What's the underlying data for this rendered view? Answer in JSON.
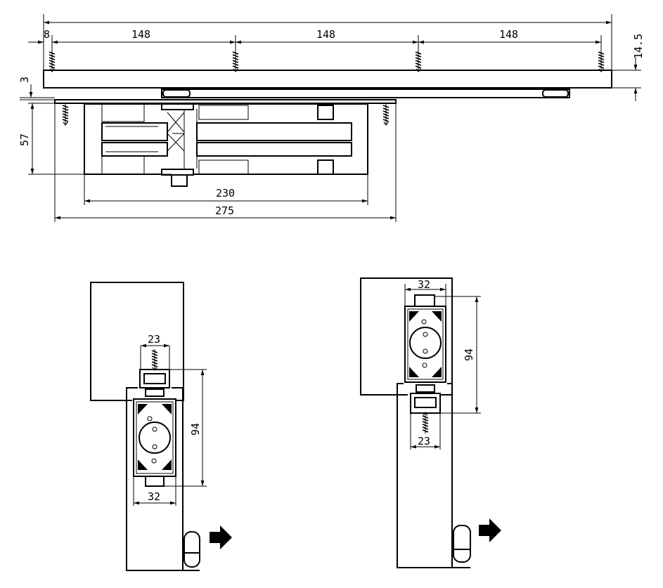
{
  "top_view": {
    "dims": {
      "edge_offset": "8",
      "spacing_1": "148",
      "spacing_2": "148",
      "spacing_3": "148",
      "right_height": "14.5",
      "gap": "3",
      "body_height": "57",
      "body_length": "230",
      "plate_length": "275"
    }
  },
  "section_left": {
    "dims": {
      "top_width": "23",
      "height": "94",
      "bottom_width": "32"
    }
  },
  "section_right": {
    "dims": {
      "top_width": "32",
      "height": "94",
      "bottom_width": "23"
    }
  },
  "colors": {
    "line": "#000000",
    "background": "#ffffff"
  },
  "icons": [
    "screw-icon",
    "arrow-right-icon",
    "hinge-icon"
  ]
}
